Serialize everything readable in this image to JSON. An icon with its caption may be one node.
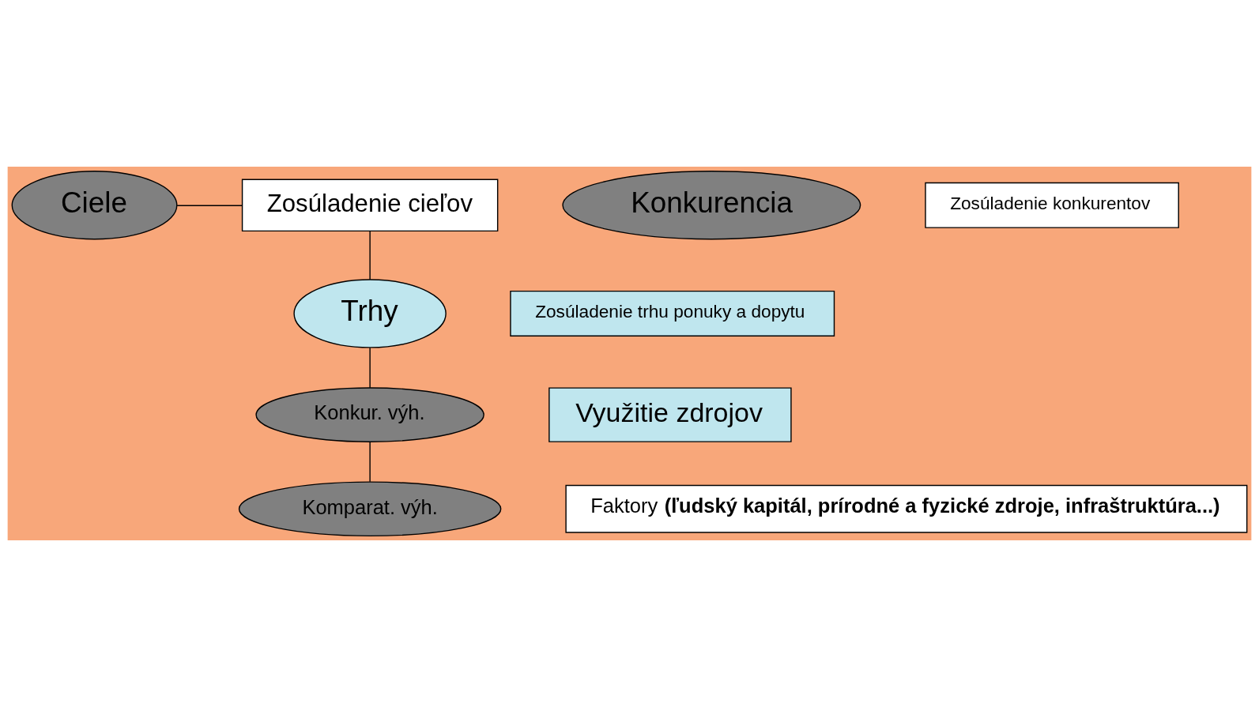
{
  "diagram": {
    "nodes": [
      {
        "text": [
          "Ciele"
        ]
      },
      {
        "text": [
          "Zosúladenie cieľov"
        ]
      },
      {
        "text": [
          "Konkurencia"
        ]
      },
      {
        "text": [
          "Zosúladenie konkurentov"
        ]
      },
      {
        "text": [
          "Trhy"
        ]
      },
      {
        "text": [
          "Zosúladenie trhu ponuky a dopytu"
        ]
      },
      {
        "text": [
          "Konkur. výh."
        ]
      },
      {
        "text": [
          "Využitie zdrojov"
        ]
      },
      {
        "text": [
          "Komparat. výh."
        ]
      },
      {
        "text": [
          "Faktory **(ľudský kapitál, prírodné a fyzické zdroje, infraštruktúra...)**"
        ]
      }
    ],
    "edges": [
      {
        "from": 0,
        "to": 1,
        "arrow": "none"
      },
      {
        "from": 1,
        "to": 4,
        "arrow": "none"
      },
      {
        "from": 4,
        "to": 6,
        "arrow": "none"
      },
      {
        "from": 6,
        "to": 8,
        "arrow": "none"
      }
    ]
  }
}
